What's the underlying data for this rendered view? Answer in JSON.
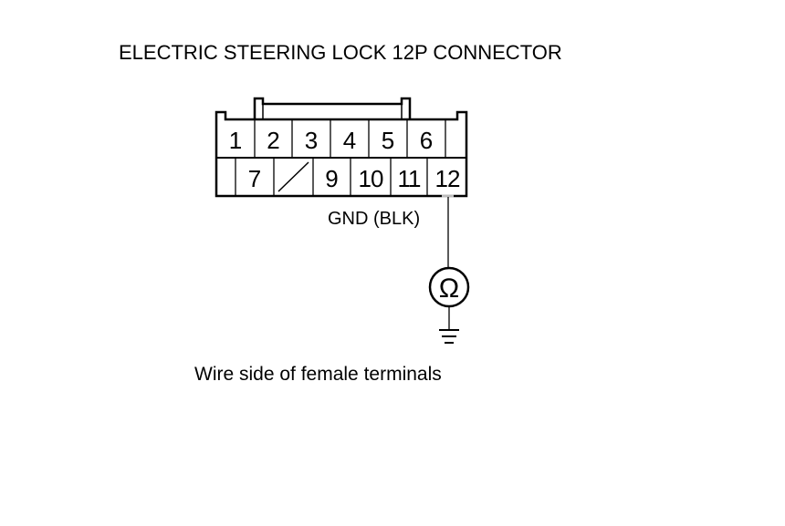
{
  "title": "ELECTRIC STEERING LOCK 12P CONNECTOR",
  "connector": {
    "top_row": [
      "1",
      "2",
      "3",
      "4",
      "5",
      "6"
    ],
    "bottom_row": [
      "",
      "7",
      "",
      "9",
      "10",
      "11",
      "12"
    ],
    "unused_cavity_marker": "slash"
  },
  "wire_label": "GND (BLK)",
  "meter_symbol": "Ω",
  "ground_icon": "ground-symbol-icon",
  "caption": "Wire side of female terminals",
  "colors": {
    "line": "#000000",
    "background": "#ffffff"
  }
}
